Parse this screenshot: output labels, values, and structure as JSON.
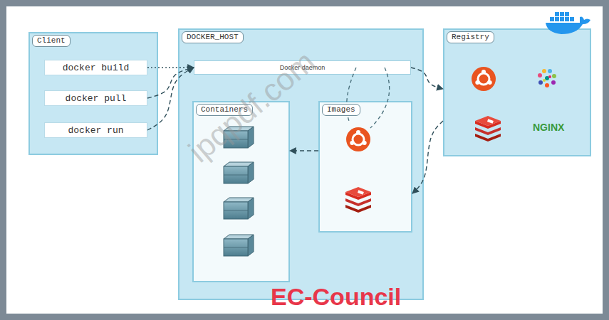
{
  "diagram": {
    "nodes": [
      {
        "text": [
          "Client"
        ]
      },
      {
        "text": [
          "docker build"
        ],
        "in": 0
      },
      {
        "text": [
          "docker pull"
        ],
        "in": 0
      },
      {
        "text": [
          "docker run"
        ],
        "in": 0
      },
      {
        "text": [
          "DOCKER_HOST"
        ]
      },
      {
        "text": [
          "Docker daemon"
        ],
        "in": 4
      },
      {
        "text": [
          "Containers"
        ],
        "in": 4
      },
      {
        "text": [
          "Images"
        ],
        "in": 4
      },
      {
        "text": [
          "Registry"
        ]
      }
    ],
    "edges": [
      {
        "from": 1,
        "to": 5,
        "arrow": "to"
      },
      {
        "from": 2,
        "to": 5,
        "arrow": "to"
      },
      {
        "from": 3,
        "to": 5,
        "arrow": "to"
      },
      {
        "from": 5,
        "to": 8,
        "arrow": "to"
      },
      {
        "from": 8,
        "to": 7,
        "arrow": "to"
      },
      {
        "from": 7,
        "to": 6,
        "arrow": "to"
      }
    ],
    "labels": [
      "NGINX",
      "ipqpdf.com",
      "EC-Council"
    ]
  }
}
